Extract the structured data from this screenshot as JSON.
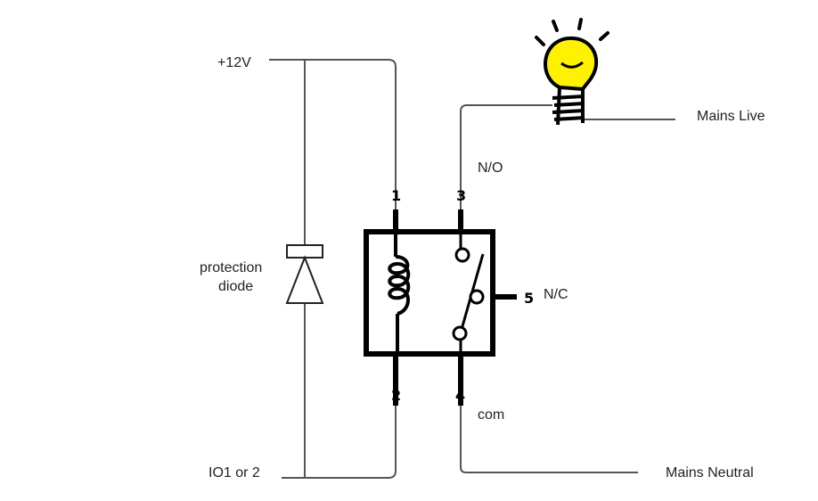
{
  "labels": {
    "supply": "+12V",
    "io": "IO1 or 2",
    "diode_line1": "protection",
    "diode_line2": "diode",
    "normally_open": "N/O",
    "normally_closed": "N/C",
    "common": "com",
    "mains_live": "Mains Live",
    "mains_neutral": "Mains Neutral"
  },
  "pins": {
    "coil_top": "1",
    "coil_bottom": "2",
    "no_contact": "3",
    "com_contact": "4",
    "nc_contact": "5"
  },
  "colors": {
    "wire": "#555555",
    "component": "#000000",
    "bulb_fill": "#fff200",
    "label": "#222222"
  }
}
